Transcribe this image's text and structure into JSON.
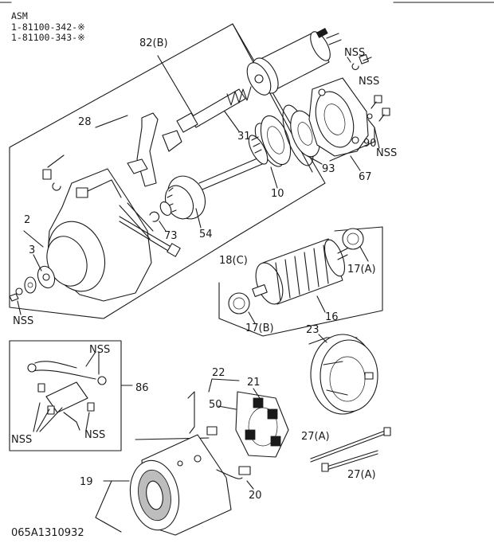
{
  "header": {
    "asm": "ASM",
    "part_1": "1-81100-342-※",
    "part_2": "1-81100-343-※"
  },
  "footer": {
    "code": "065A1310932"
  },
  "labels": {
    "l82b": "82(B)",
    "l28": "28",
    "l31": "31",
    "l10": "10",
    "l93": "93",
    "l67": "67",
    "l90": "90",
    "nss_top1": "NSS",
    "nss_top2": "NSS",
    "nss_top3": "NSS",
    "l2": "2",
    "l3": "3",
    "l73": "73",
    "l54": "54",
    "l18c": "18(C)",
    "nss_left": "NSS",
    "l17a": "17(A)",
    "l16": "16",
    "l17b": "17(B)",
    "l23": "23",
    "l86": "86",
    "nss_box1": "NSS",
    "nss_box2": "NSS",
    "nss_box3": "NSS",
    "l22": "22",
    "l21": "21",
    "l50": "50",
    "l27a_1": "27(A)",
    "l27a_2": "27(A)",
    "l19": "19",
    "l20": "20"
  }
}
